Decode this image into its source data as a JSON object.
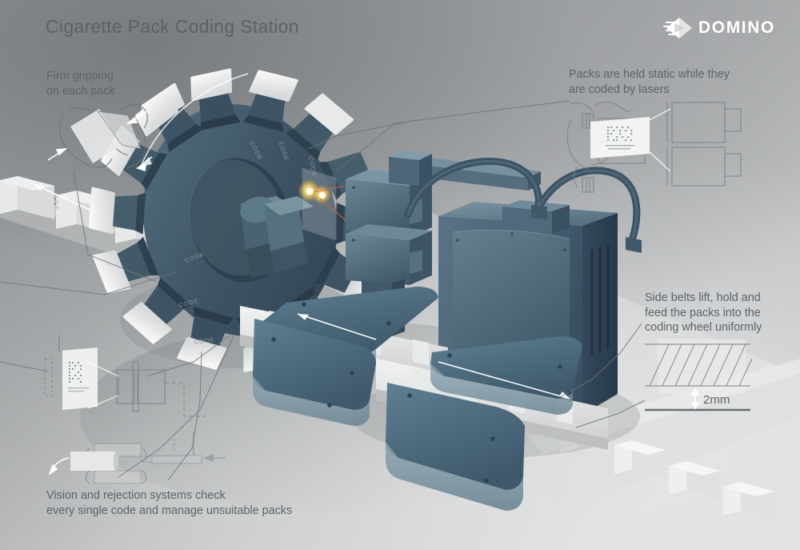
{
  "header": {
    "title": "Cigarette Pack Coding Station",
    "logo_text": "DOMINO",
    "logo_icon": "domino-diamond-arrow-icon"
  },
  "annotations": {
    "gripping": "Firm gripping\non each pack",
    "laser": "Packs are held static while they\nare coded by lasers",
    "side_belts": "Side belts lift, hold and\nfeed the packs into the\ncoding wheel uniformly",
    "vision": "Vision and rejection systems check\nevery single code and manage unsuitable packs"
  },
  "dimension": {
    "label": "2mm",
    "arrow_icon": "double-arrow-vertical-icon"
  },
  "pack_label": "CODE",
  "colors": {
    "bg_dark": "#8d9094",
    "bg_light": "#dfe0e0",
    "machine_body": "#43596b",
    "machine_mid": "#4e687c",
    "machine_light": "#63808f",
    "belt_blue": "#5d7d91",
    "pack_white": "#f0f1f2",
    "text": "#5e6368",
    "title": "#5d6166",
    "laser_beam": "#e06a4a",
    "laser_flare": "#ffe9a8",
    "schematic_line": "#6e7478",
    "arrow_white": "#ffffff"
  },
  "scene": {
    "coding_wheel": "rotary-coding-wheel",
    "laser_units": 2,
    "side_belts": 4,
    "conveyor_packs_in": 5,
    "conveyor_packs_out": 5
  }
}
